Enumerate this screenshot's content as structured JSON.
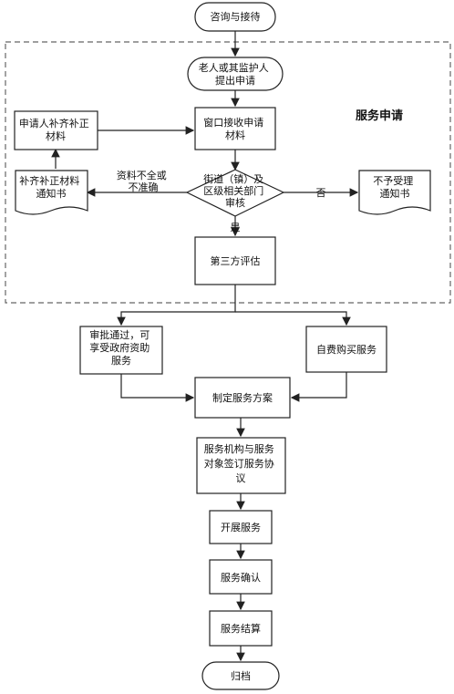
{
  "section_label": "服务申请",
  "nodes": {
    "consult": [
      "咨询与接待"
    ],
    "apply": [
      "老人或其监护人",
      "提出申请"
    ],
    "window": [
      "窗口接收申请",
      "材料"
    ],
    "review": [
      "街道（镇）及",
      "区级相关部门",
      "审核"
    ],
    "supplement": [
      "申请人补齐补正",
      "材料"
    ],
    "notice_supplement": [
      "补齐补正材料",
      "通知书"
    ],
    "notice_reject": [
      "不予受理",
      "通知书"
    ],
    "assess": [
      "第三方评估"
    ],
    "approved": [
      "审批通过，可",
      "享受政府资助",
      "服务"
    ],
    "selfpay": [
      "自费购买服务"
    ],
    "plan": [
      "制定服务方案"
    ],
    "agreement": [
      "服务机构与服务",
      "对象签订服务协",
      "议"
    ],
    "start": [
      "开展服务"
    ],
    "confirm": [
      "服务确认"
    ],
    "settle": [
      "服务结算"
    ],
    "archive": [
      "归档"
    ]
  },
  "edge_labels": {
    "incomplete": [
      "资料不全或",
      "不准确"
    ],
    "no": [
      "否"
    ],
    "yes": [
      "是"
    ]
  }
}
